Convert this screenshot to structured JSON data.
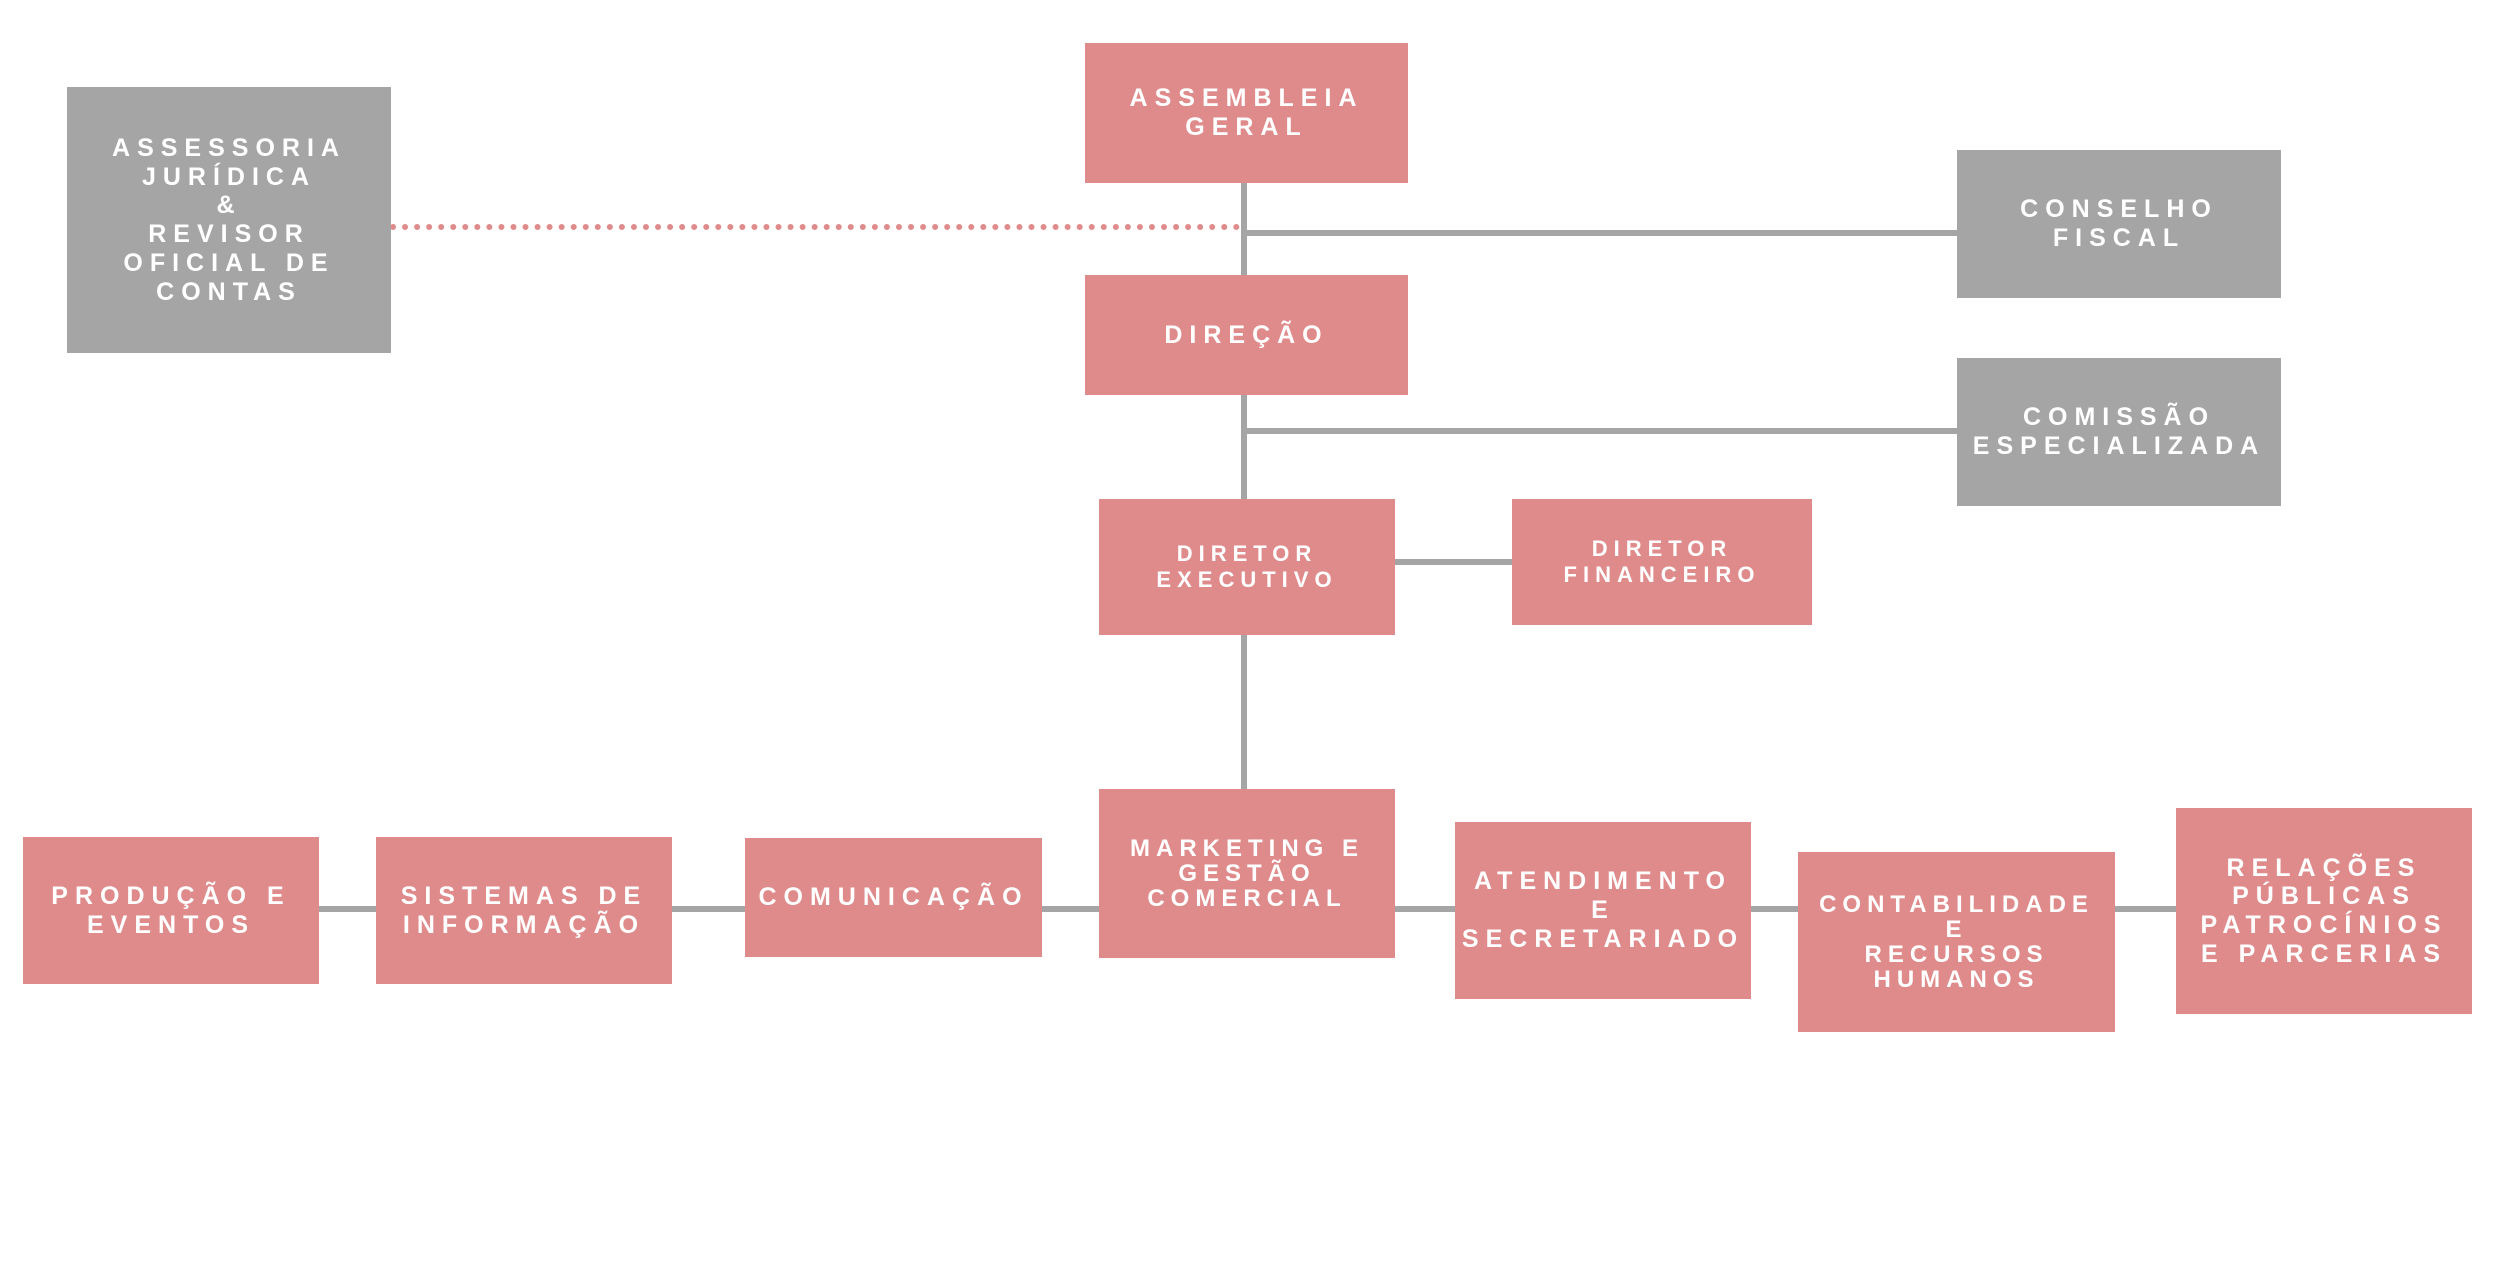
{
  "colors": {
    "box_primary": "#e08b8b",
    "box_secondary": "#a5a5a5",
    "connector": "#a5a5a5",
    "dotted_connector": "#e08b8b",
    "text": "#ffffff",
    "background": "#ffffff"
  },
  "nodes": {
    "assembleia_geral": "ASSEMBLEIA\nGERAL",
    "assessoria_juridica": "ASSESSORIA\nJURÍDICA\n&\nREVISOR\nOFICIAL DE\nCONTAS",
    "conselho_fiscal": "CONSELHO\nFISCAL",
    "direcao": "DIREÇÃO",
    "comissao_especializada": "COMISSÃO\nESPECIALIZADA",
    "diretor_executivo": "DIRETOR\nEXECUTIVO",
    "diretor_financeiro": "DIRETOR\nFINANCEIRO",
    "marketing_gestao_comercial": "MARKETING E\nGESTÃO\nCOMERCIAL",
    "comunicacao": "COMUNICAÇÃO",
    "sistemas_informacao": "SISTEMAS DE\nINFORMAÇÃO",
    "producao_eventos": "PRODUÇÃO E\nEVENTOS",
    "atendimento_secretariado": "ATENDIMENTO\nE\nSECRETARIADO",
    "contabilidade_rh": "CONTABILIDADE\nE\nRECURSOS\nHUMANOS",
    "relacoes_publicas": "RELAÇÕES\nPÚBLICAS\nPATROCÍNIOS\nE PARCERIAS"
  }
}
